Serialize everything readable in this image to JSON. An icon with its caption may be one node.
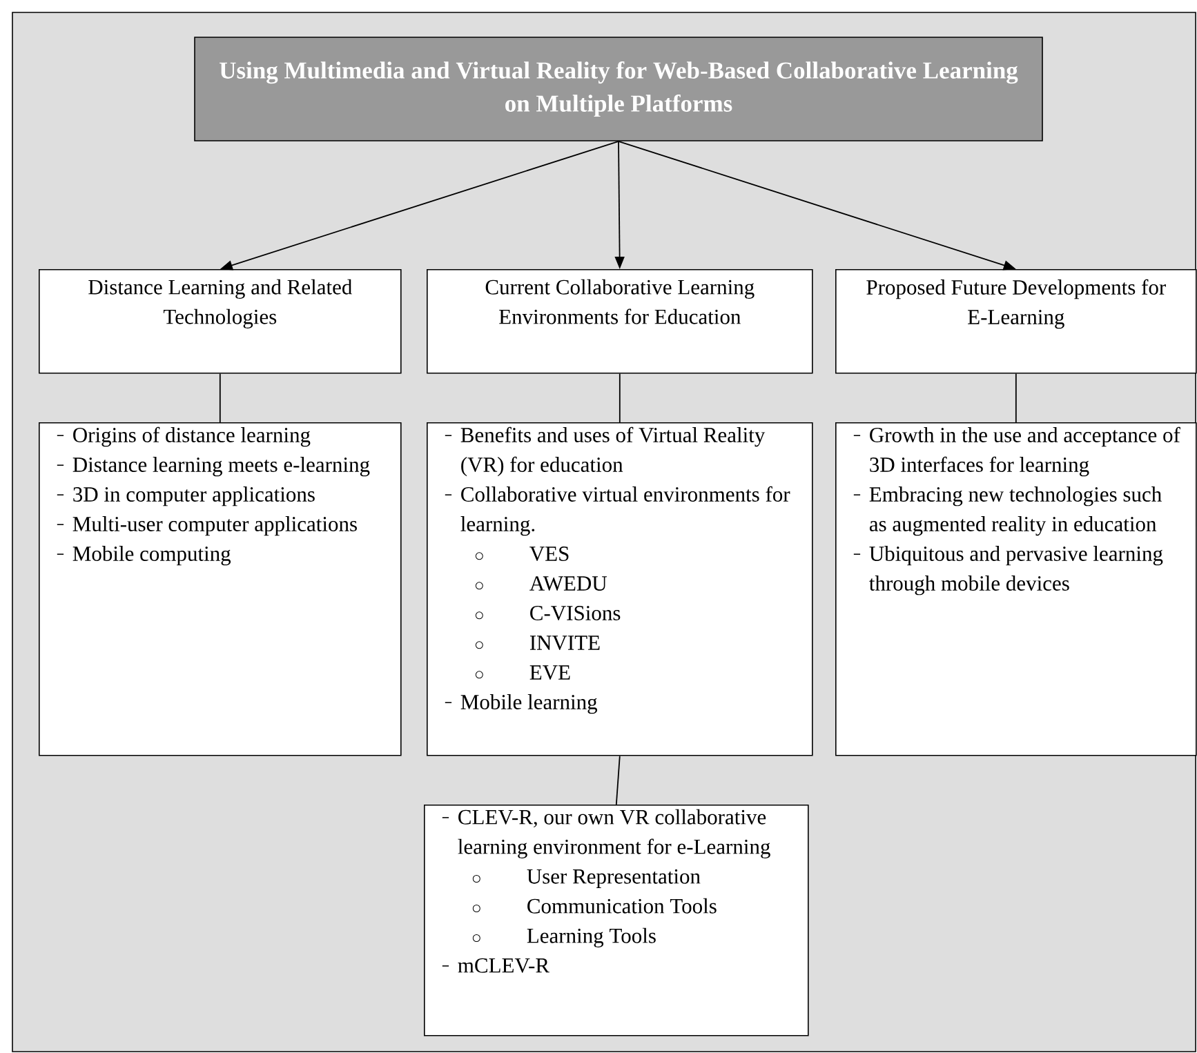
{
  "diagram": {
    "nodes": [
      {
        "text": [
          "Using Multimedia and Virtual Reality for Web-Based Collaborative Learning on Multiple Platforms"
        ]
      },
      {
        "text": [
          "Distance Learning and Related Technologies"
        ]
      },
      {
        "text": [
          "Current Collaborative Learning Environments for Education"
        ]
      },
      {
        "text": [
          "Proposed Future Developments for E-Learning"
        ]
      },
      {
        "text": [
          "Origins of distance learning",
          "Distance learning meets e-learning",
          "3D in computer applications",
          "Multi-user computer applications",
          "Mobile computing"
        ]
      },
      {
        "text": [
          "Benefits and uses of Virtual Reality (VR) for education",
          "Collaborative virtual environments for learning.",
          "VES",
          "AWEDU",
          "C-VISions",
          "INVITE",
          "EVE",
          "Mobile learning"
        ]
      },
      {
        "text": [
          "Growth in the use and acceptance of 3D interfaces for learning",
          "Embracing new technologies such as augmented reality in education",
          "Ubiquitous and pervasive learning through mobile devices"
        ]
      },
      {
        "text": [
          "CLEV-R, our own VR collaborative learning environment for e-Learning",
          "User Representation",
          "Communication Tools",
          "Learning Tools",
          "mCLEV-R"
        ]
      }
    ],
    "edges": [
      {
        "from": 0,
        "to": 1,
        "arrow": "to"
      },
      {
        "from": 0,
        "to": 2,
        "arrow": "to"
      },
      {
        "from": 0,
        "to": 3,
        "arrow": "to"
      },
      {
        "from": 1,
        "to": 4,
        "arrow": "none"
      },
      {
        "from": 2,
        "to": 5,
        "arrow": "none"
      },
      {
        "from": 3,
        "to": 6,
        "arrow": "none"
      },
      {
        "from": 5,
        "to": 7,
        "arrow": "none"
      }
    ]
  }
}
